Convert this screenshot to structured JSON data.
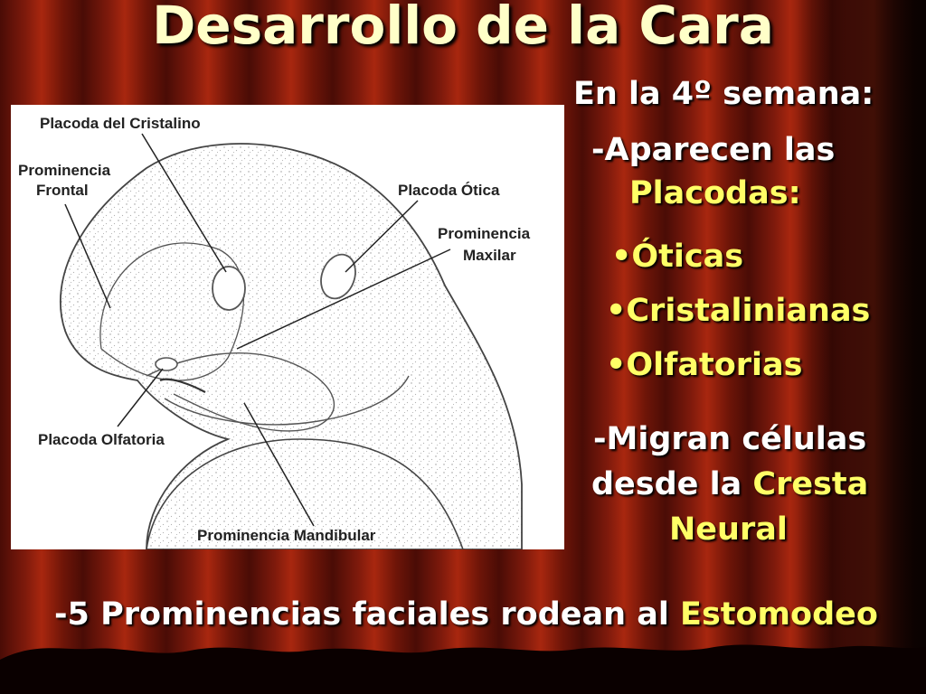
{
  "slide": {
    "title": "Desarrollo de la Cara",
    "week": "En la 4º semana:",
    "appear_prefix": "-Aparecen las",
    "appear_highlight": "Placodas:",
    "placodes": [
      "•Óticas",
      "•Cristalinianas",
      "•Olfatorias"
    ],
    "migrate_line1": "-Migran células",
    "migrate_line2_prefix": "desde la ",
    "migrate_line2_highlight": "Cresta",
    "migrate_line3_highlight": "Neural",
    "bottom_prefix": "-5 Prominencias faciales rodean al ",
    "bottom_highlight": "Estomodeo"
  },
  "figure": {
    "labels": {
      "lens_placode": "Placoda del Cristalino",
      "frontal_1": "Prominencia",
      "frontal_2": "Frontal",
      "otic_placode": "Placoda Ótica",
      "maxillary_1": "Prominencia",
      "maxillary_2": "Maxilar",
      "olfactory_placode": "Placoda Olfatoria",
      "mandibular": "Prominencia Mandibular"
    }
  },
  "colors": {
    "title": "#ffffc8",
    "text": "#ffffff",
    "highlight": "#ffff66",
    "curtain": "#7e1a0c"
  }
}
